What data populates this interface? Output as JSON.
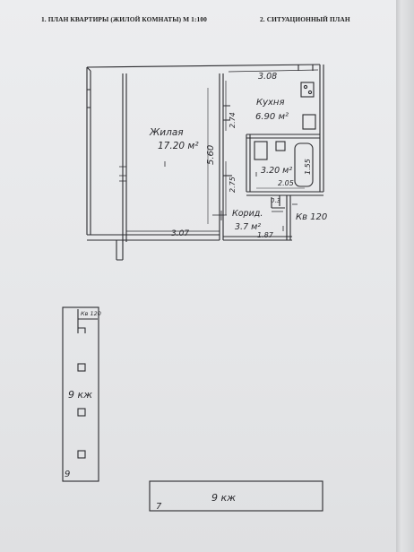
{
  "header": {
    "plan_title": "1. ПЛАН КВАРТИРЫ (ЖИЛОЙ КОМНАТЫ) М 1:100",
    "situation_title": "2. СИТУАЦИОННЫЙ ПЛАН"
  },
  "floor_plan": {
    "top_width": "3.08",
    "living_room": {
      "name": "Жилая",
      "area": "17.20 м²",
      "length": "5.60",
      "width": "3.07"
    },
    "kitchen": {
      "name": "Кухня",
      "area": "6.90 м²",
      "depth": "2.74"
    },
    "bathroom": {
      "area": "3.20 м²",
      "width": "2.05",
      "depth": "1.55"
    },
    "corridor": {
      "name": "Корид.",
      "area": "3.7 м²",
      "width": "1.87",
      "depth": "2.75"
    },
    "door_width": "0.3",
    "staircase_label": "Кв 120"
  },
  "situation_plan": {
    "vertical_block": {
      "apartment": "Кв 120",
      "floors": "9 кж",
      "number": "9"
    },
    "horizontal_block": {
      "floors": "9 кж",
      "number": "7"
    }
  },
  "colors": {
    "paper": "#e6e7e9",
    "ink": "#2a2a2e",
    "header_ink": "#222222"
  }
}
